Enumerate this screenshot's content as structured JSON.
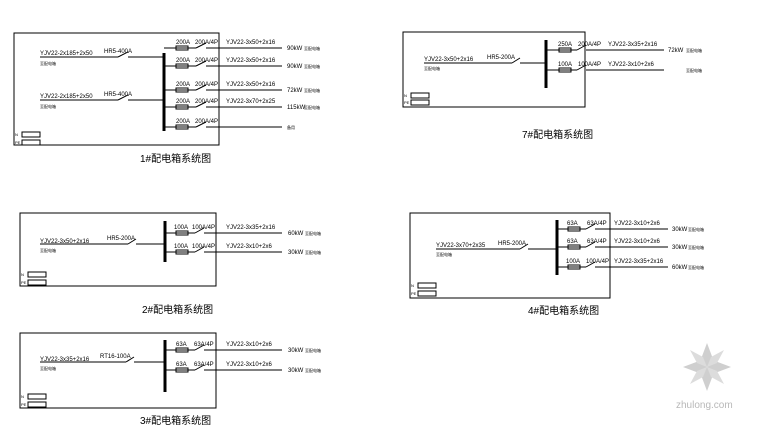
{
  "panels": [
    {
      "caption": "1#配电箱系统图",
      "feeders": [
        {
          "cable": "YJV22-2x185+2x50",
          "cable_note": "至配电箱",
          "switch": "HR5-400A"
        },
        {
          "cable": "YJV22-2x185+2x50",
          "cable_note": "至配电箱",
          "switch": "HR5-400A"
        }
      ],
      "branches": [
        {
          "fuse": "200A",
          "breaker": "200A/4P",
          "cable": "YJV22-3x50+2x16",
          "power": "90kW",
          "load": "至配电箱"
        },
        {
          "fuse": "200A",
          "breaker": "200A/4P",
          "cable": "YJV22-3x50+2x16",
          "power": "90kW",
          "load": "至配电箱"
        },
        {
          "fuse": "200A",
          "breaker": "200A/4P",
          "cable": "YJV22-3x50+2x16",
          "power": "72kW",
          "load": "至配电箱"
        },
        {
          "fuse": "200A",
          "breaker": "200A/4P",
          "cable": "YJV22-3x70+2x25",
          "power": "115kW",
          "load": "至配电箱"
        },
        {
          "fuse": "200A",
          "breaker": "200A/4P",
          "cable": "",
          "power": "",
          "load": "备用"
        }
      ],
      "n_label": "N",
      "pe_label": "PE"
    },
    {
      "caption": "7#配电箱系统图",
      "feeders": [
        {
          "cable": "YJV22-3x50+2x16",
          "cable_note": "至配电箱",
          "switch": "HR5-200A"
        }
      ],
      "branches": [
        {
          "fuse": "250A",
          "breaker": "200A/4P",
          "cable": "YJV22-3x35+2x16",
          "power": "72kW",
          "load": "至配电箱"
        },
        {
          "fuse": "100A",
          "breaker": "100A/4P",
          "cable": "YJV22-3x10+2x6",
          "power": "",
          "load": "至配电箱"
        }
      ],
      "n_label": "N",
      "pe_label": "PE"
    },
    {
      "caption": "2#配电箱系统图",
      "feeders": [
        {
          "cable": "YJV22-3x50+2x16",
          "cable_note": "至配电箱",
          "switch": "HR5-200A"
        }
      ],
      "branches": [
        {
          "fuse": "100A",
          "breaker": "100A/4P",
          "cable": "YJV22-3x35+2x16",
          "power": "60kW",
          "load": "至配电箱"
        },
        {
          "fuse": "100A",
          "breaker": "100A/4P",
          "cable": "YJV22-3x10+2x6",
          "power": "30kW",
          "load": "至配电箱"
        }
      ],
      "n_label": "N",
      "pe_label": "PE"
    },
    {
      "caption": "4#配电箱系统图",
      "feeders": [
        {
          "cable": "YJV22-3x70+2x35",
          "cable_note": "至配电箱",
          "switch": "HR5-200A"
        }
      ],
      "branches": [
        {
          "fuse": "63A",
          "breaker": "63A/4P",
          "cable": "YJV22-3x10+2x6",
          "power": "30kW",
          "load": "至配电箱"
        },
        {
          "fuse": "63A",
          "breaker": "63A/4P",
          "cable": "YJV22-3x10+2x6",
          "power": "30kW",
          "load": "至配电箱"
        },
        {
          "fuse": "100A",
          "breaker": "100A/4P",
          "cable": "YJV22-3x35+2x16",
          "power": "60kW",
          "load": "至配电箱"
        }
      ],
      "n_label": "N",
      "pe_label": "PE"
    },
    {
      "caption": "3#配电箱系统图",
      "feeders": [
        {
          "cable": "YJV22-3x35+2x16",
          "cable_note": "至配电箱",
          "switch": "RT16-100A"
        }
      ],
      "branches": [
        {
          "fuse": "63A",
          "breaker": "63A/4P",
          "cable": "YJV22-3x10+2x6",
          "power": "30kW",
          "load": "至配电箱"
        },
        {
          "fuse": "63A",
          "breaker": "63A/4P",
          "cable": "YJV22-3x10+2x6",
          "power": "30kW",
          "load": "至配电箱"
        }
      ],
      "n_label": "N",
      "pe_label": "PE"
    }
  ],
  "watermark": "zhulong.com"
}
